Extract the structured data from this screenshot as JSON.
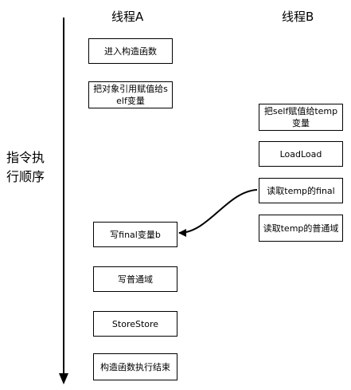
{
  "headers": {
    "thread_a": "线程A",
    "thread_b": "线程B"
  },
  "axis_label": "指令执行顺序",
  "thread_a_steps": [
    "进入构造函数",
    "把对象引用赋值给self变量",
    "写final变量b",
    "写普通域",
    "StoreStore",
    "构造函数执行结束"
  ],
  "thread_b_steps": [
    "把self赋值给temp变量",
    "LoadLoad",
    "读取temp的final",
    "读取temp的普通域"
  ]
}
